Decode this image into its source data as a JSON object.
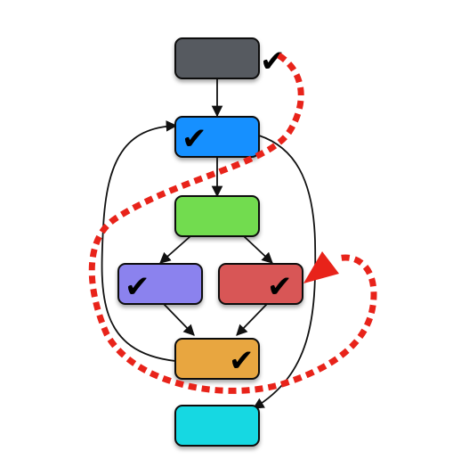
{
  "diagram": {
    "nodes": [
      {
        "id": "n1",
        "name": "node-dark-gray",
        "color": "#575A61",
        "checked": true,
        "check_outside": true
      },
      {
        "id": "n2",
        "name": "node-blue",
        "color": "#1590FF",
        "checked": true,
        "check_outside": false
      },
      {
        "id": "n3",
        "name": "node-green",
        "color": "#72DC4F",
        "checked": false,
        "check_outside": false
      },
      {
        "id": "n4",
        "name": "node-purple",
        "color": "#8B82EE",
        "checked": true,
        "check_outside": false
      },
      {
        "id": "n5",
        "name": "node-red",
        "color": "#D85656",
        "checked": true,
        "check_outside": false
      },
      {
        "id": "n6",
        "name": "node-orange",
        "color": "#E8A63F",
        "checked": true,
        "check_outside": false
      },
      {
        "id": "n7",
        "name": "node-cyan",
        "color": "#12D8E2",
        "checked": false,
        "check_outside": false
      }
    ],
    "edges": [
      {
        "from": "n1",
        "to": "n2"
      },
      {
        "from": "n2",
        "to": "n3"
      },
      {
        "from": "n3",
        "to": "n4"
      },
      {
        "from": "n3",
        "to": "n5"
      },
      {
        "from": "n4",
        "to": "n6"
      },
      {
        "from": "n5",
        "to": "n6"
      },
      {
        "from": "n6",
        "to": "n2",
        "kind": "loop-back"
      },
      {
        "from": "n2",
        "to": "n7",
        "kind": "skip"
      }
    ],
    "check_glyph": "✔",
    "path_color": "#E8231A",
    "edge_color": "#111111"
  }
}
